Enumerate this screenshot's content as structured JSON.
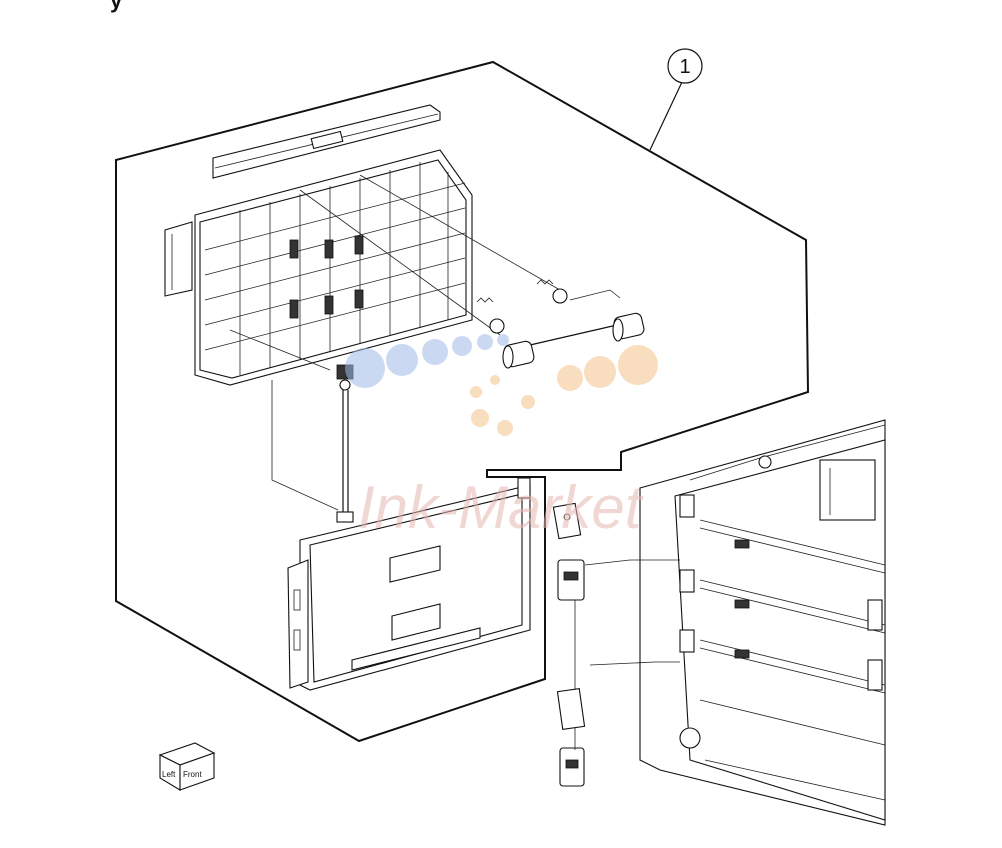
{
  "header": {
    "fragment": "y"
  },
  "callout": {
    "number": "1"
  },
  "orientation_cube": {
    "left_face": "Left",
    "front_face": "Front"
  },
  "watermark": {
    "text": "Ink-Market"
  },
  "colors": {
    "line": "#111111",
    "watermark_blue": "#9fb9e8",
    "watermark_orange": "#f3c38a",
    "watermark_text": "#e6b7b0"
  }
}
